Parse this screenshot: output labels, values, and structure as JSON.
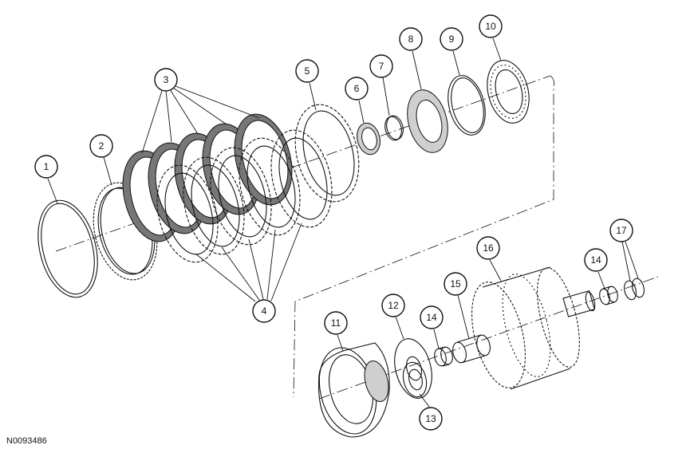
{
  "figure": {
    "reference_code": "N0093486"
  },
  "callouts": [
    {
      "id": "c1",
      "label": "1"
    },
    {
      "id": "c2",
      "label": "2"
    },
    {
      "id": "c3",
      "label": "3"
    },
    {
      "id": "c4",
      "label": "4"
    },
    {
      "id": "c5",
      "label": "5"
    },
    {
      "id": "c6",
      "label": "6"
    },
    {
      "id": "c7",
      "label": "7"
    },
    {
      "id": "c8",
      "label": "8"
    },
    {
      "id": "c9",
      "label": "9"
    },
    {
      "id": "c10",
      "label": "10"
    },
    {
      "id": "c11",
      "label": "11"
    },
    {
      "id": "c12",
      "label": "12"
    },
    {
      "id": "c13",
      "label": "13"
    },
    {
      "id": "c14a",
      "label": "14"
    },
    {
      "id": "c14b",
      "label": "14"
    },
    {
      "id": "c15",
      "label": "15"
    },
    {
      "id": "c16",
      "label": "16"
    },
    {
      "id": "c17",
      "label": "17"
    }
  ]
}
